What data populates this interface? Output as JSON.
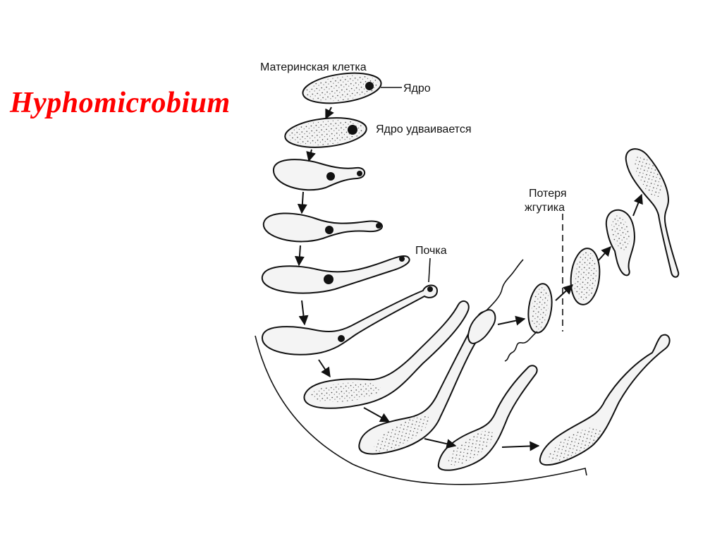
{
  "title": "Hyphomicrobium",
  "labels": {
    "mother_cell": "Материнская клетка",
    "nucleus": "Ядро",
    "nucleus_doubles": "Ядро удваивается",
    "bud": "Почка",
    "loss_line1": "Потеря",
    "loss_line2": "жгутика"
  },
  "colors": {
    "title": "#ff0000",
    "ink": "#111111"
  }
}
